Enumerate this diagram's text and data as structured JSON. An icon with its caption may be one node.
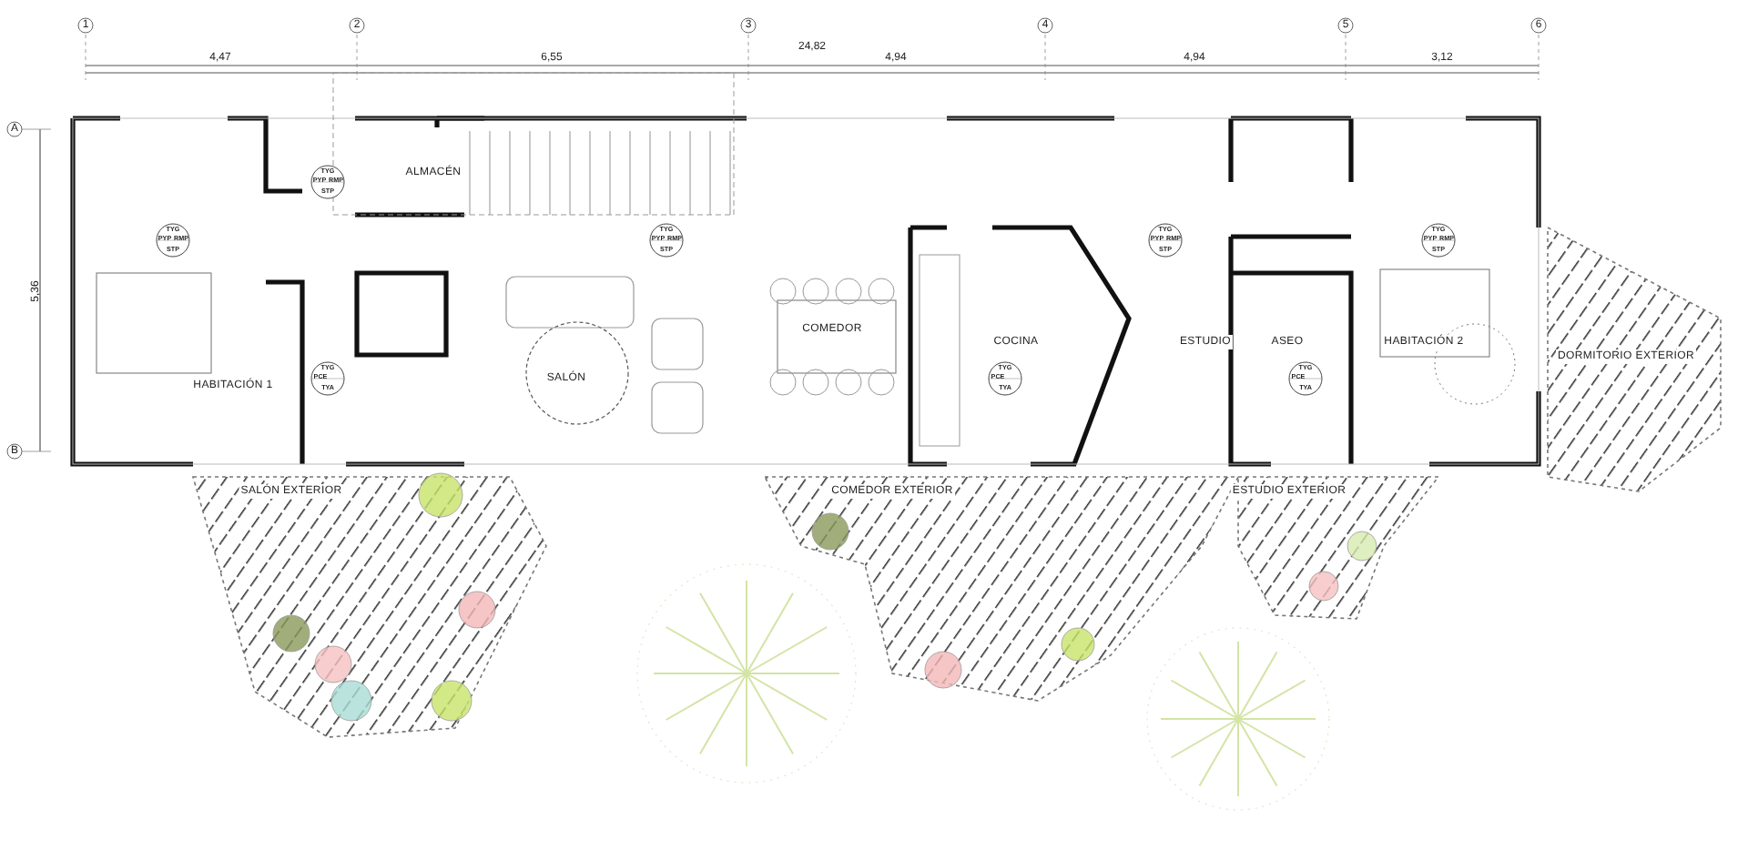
{
  "diagram": {
    "labels": [
      "1",
      "2",
      "3",
      "4",
      "5",
      "6",
      "24,82",
      "4,47",
      "6,55",
      "4,94",
      "4,94",
      "3,12",
      "A",
      "TYG",
      "PYP",
      "RMP",
      "STP",
      "ALMACÉN",
      "TYG",
      "PYP",
      "RMP",
      "STP",
      "TYG",
      "PYP",
      "RMP",
      "STP",
      "TYG",
      "PYP",
      "RMP",
      "STP",
      "TYG",
      "PYP",
      "RMP",
      "STP",
      "5,36",
      "COMEDOR",
      "COCINA",
      "ESTUDIO",
      "ASEO",
      "HABITACIÓN 2",
      "DORMITORIO EXTERIOR",
      "HABITACIÓN 1",
      "SALÓN",
      "TYG",
      "PCE",
      "TYA",
      "TYG",
      "PCE",
      "TYA",
      "TYG",
      "PCE",
      "TYA",
      "B",
      "SALÓN EXTERIOR",
      "COMEDOR EXTERIOR",
      "ESTUDIO EXTERIOR"
    ]
  }
}
